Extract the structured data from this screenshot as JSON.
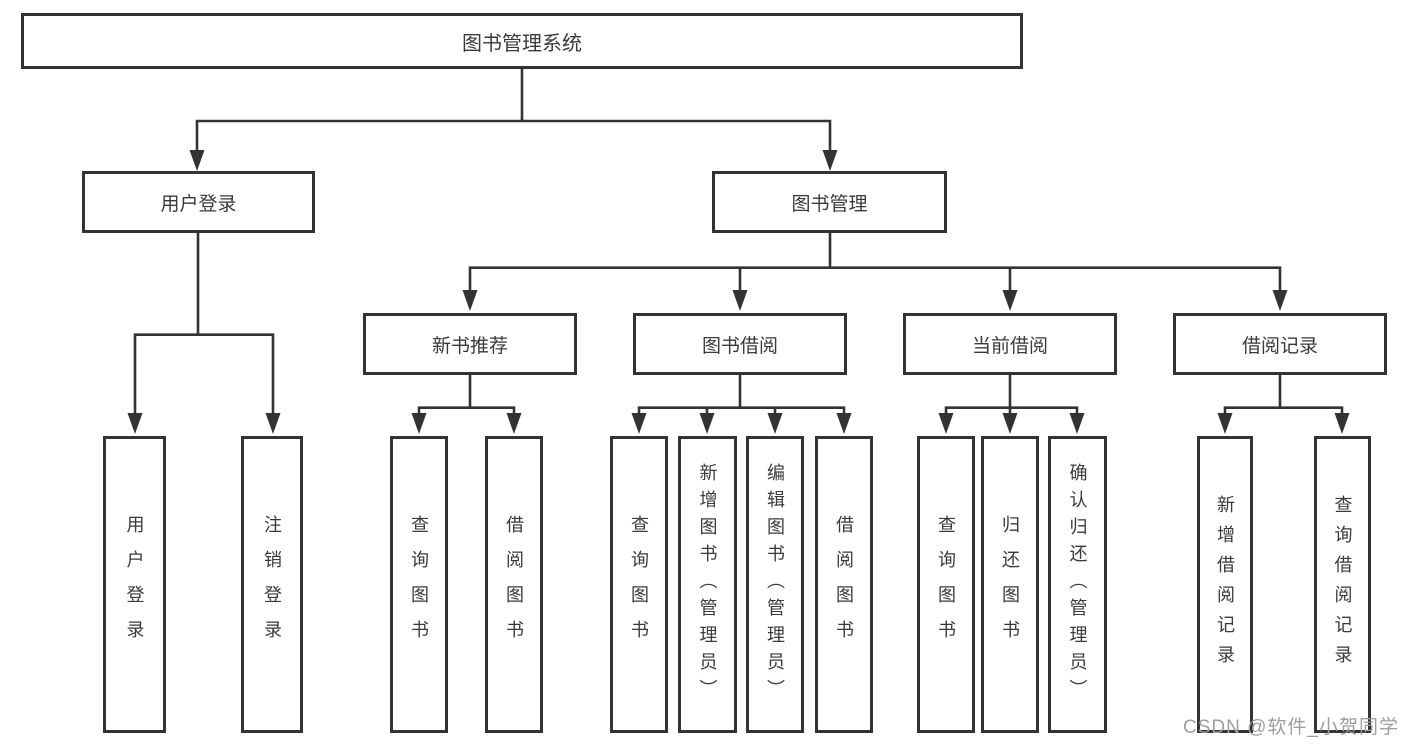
{
  "tree": {
    "label": "图书管理系统",
    "children": [
      {
        "label": "用户登录",
        "children": [
          {
            "label": "用户登录"
          },
          {
            "label": "注销登录"
          }
        ]
      },
      {
        "label": "图书管理",
        "children": [
          {
            "label": "新书推荐",
            "children": [
              {
                "label": "查询图书"
              },
              {
                "label": "借阅图书"
              }
            ]
          },
          {
            "label": "图书借阅",
            "children": [
              {
                "label": "查询图书"
              },
              {
                "label": "新增图书（管理员）"
              },
              {
                "label": "编辑图书（管理员）"
              },
              {
                "label": "借阅图书"
              }
            ]
          },
          {
            "label": "当前借阅",
            "children": [
              {
                "label": "查询图书"
              },
              {
                "label": "归还图书"
              },
              {
                "label": "确认归还（管理员）"
              }
            ]
          },
          {
            "label": "借阅记录",
            "children": [
              {
                "label": "新增借阅记录"
              },
              {
                "label": "查询借阅记录"
              }
            ]
          }
        ]
      }
    ]
  },
  "watermark": {
    "text": "CSDN @软件_小贺同学"
  },
  "colors": {
    "line": "#333333",
    "box_border": "#333333",
    "text": "#3a3a3a",
    "watermark": "#9e9e9e",
    "background": "#ffffff"
  }
}
